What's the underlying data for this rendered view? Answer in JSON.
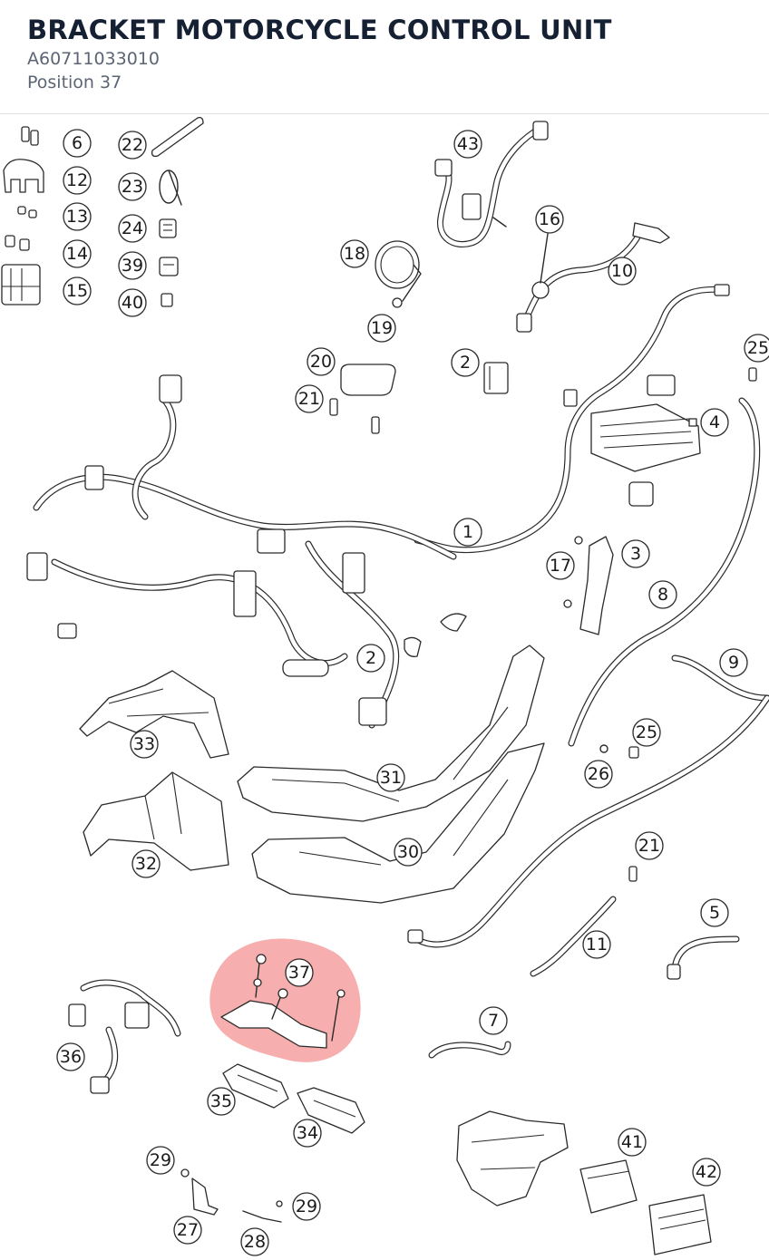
{
  "header": {
    "title": "BRACKET MOTORCYCLE CONTROL UNIT",
    "part_number": "A60711033010",
    "position_label": "Position 37"
  },
  "diagram": {
    "highlighted_position": "37",
    "highlight_color": "#f06b6b",
    "callouts": [
      "6",
      "12",
      "13",
      "14",
      "15",
      "22",
      "23",
      "24",
      "39",
      "40",
      "43",
      "16",
      "10",
      "18",
      "19",
      "20",
      "21",
      "2",
      "25",
      "4",
      "1",
      "3",
      "17",
      "8",
      "9",
      "33",
      "31",
      "32",
      "30",
      "26",
      "25",
      "21",
      "5",
      "11",
      "37",
      "7",
      "36",
      "35",
      "34",
      "41",
      "42",
      "29",
      "27",
      "28",
      "29",
      "2"
    ]
  }
}
